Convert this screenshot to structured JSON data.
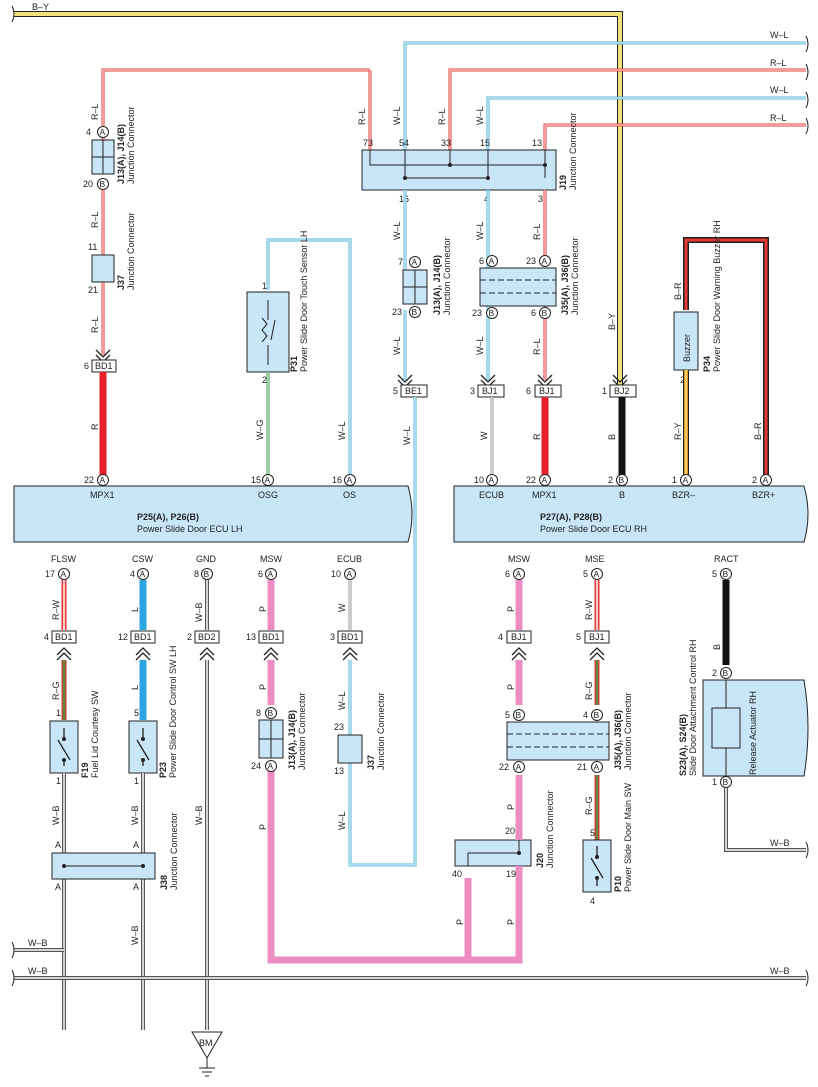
{
  "wire_colors": {
    "B-Y": "#f2e27a",
    "R-L": "#e53935",
    "W-L": "#4fb3d9",
    "R": "#e8202a",
    "W": "#9a9a9a",
    "B": "#111111",
    "W-G": "#3aa14a",
    "W-B": "#555555",
    "P": "#ec8cc0",
    "L": "#2aa5e0",
    "R-W": "#e53935",
    "R-G": "#c2452f",
    "B-R": "#8b1a1a",
    "R-Y": "#e8902a",
    "box_fill": "#c8e6f8"
  },
  "top_wires": [
    {
      "label": "B–Y"
    },
    {
      "label": "W–L"
    },
    {
      "label": "R–L"
    },
    {
      "label": "W–L"
    },
    {
      "label": "R–L"
    }
  ],
  "bottom_wires": [
    {
      "label": "W–B"
    },
    {
      "label": "W–B"
    },
    {
      "label": "W–B"
    }
  ],
  "ecu_lh": {
    "title": "P25(A), P26(B)",
    "subtitle": "Power Slide Door ECU LH",
    "top_pins": [
      {
        "num": "22",
        "conn": "A",
        "name": "MPX1"
      },
      {
        "num": "15",
        "conn": "A",
        "name": "OSG"
      },
      {
        "num": "16",
        "conn": "A",
        "name": "OS"
      }
    ],
    "bottom_pins": [
      {
        "num": "17",
        "conn": "A",
        "name": "FLSW"
      },
      {
        "num": "4",
        "conn": "A",
        "name": "CSW"
      },
      {
        "num": "8",
        "conn": "B",
        "name": "GND"
      },
      {
        "num": "6",
        "conn": "A",
        "name": "MSW"
      },
      {
        "num": "10",
        "conn": "A",
        "name": "ECUB"
      }
    ]
  },
  "ecu_rh": {
    "title": "P27(A), P28(B)",
    "subtitle": "Power Slide Door ECU RH",
    "top_pins": [
      {
        "num": "10",
        "conn": "A",
        "name": "ECUB"
      },
      {
        "num": "22",
        "conn": "A",
        "name": "MPX1"
      },
      {
        "num": "2",
        "conn": "B",
        "name": "B"
      },
      {
        "num": "1",
        "conn": "A",
        "name": "BZR–"
      },
      {
        "num": "2",
        "conn": "A",
        "name": "BZR+"
      }
    ],
    "bottom_pins": [
      {
        "num": "6",
        "conn": "A",
        "name": "MSW"
      },
      {
        "num": "5",
        "conn": "A",
        "name": "MSE"
      },
      {
        "num": "5",
        "conn": "B",
        "name": "RACT"
      }
    ]
  },
  "connectors": {
    "j13_top_left": {
      "code": "J13(A), J14(B)",
      "name": "Junction Connector",
      "pin_top": "4",
      "conn_top": "A",
      "pin_bottom": "20",
      "conn_bottom": "B"
    },
    "j37_top": {
      "code": "J37",
      "name": "Junction Connector",
      "pin_top": "11",
      "pin_bottom": "21"
    },
    "j19": {
      "code": "J19",
      "name": "Junction Connector",
      "pins_top": [
        "73",
        "54",
        "33",
        "15",
        "13"
      ],
      "pins_bottom": [
        "16",
        "4",
        "3"
      ]
    },
    "j13_mid": {
      "code": "J13(A), J14(B)",
      "name": "Junction Connector",
      "pin_top": "7",
      "conn_top": "A",
      "pin_bottom": "23",
      "conn_bottom": "B"
    },
    "j35_top": {
      "code": "J35(A), J36(B)",
      "name": "Junction Connector",
      "pins_top": [
        "6",
        "23"
      ],
      "conns_top": [
        "A",
        "A"
      ],
      "pins_bottom": [
        "23",
        "6"
      ],
      "conns_bottom": [
        "B",
        "B"
      ]
    },
    "p31": {
      "code": "P31",
      "name": "Power Slide Door Touch Sensor LH",
      "pin_top": "1",
      "pin_bottom": "2"
    },
    "p34": {
      "code": "P34",
      "name": "Power Slide Door Warning Buzzer RH",
      "inner": "Buzzer",
      "pin_bottom": "2"
    },
    "j13_low": {
      "code": "J13(A), J14(B)",
      "name": "Junction Connector",
      "pin_top": "8",
      "conn_top": "B",
      "pin_bottom": "24",
      "conn_bottom": "A"
    },
    "j37_low": {
      "code": "J37",
      "name": "Junction Connector",
      "pin_top": "23",
      "pin_bottom": "13"
    },
    "j35_low": {
      "code": "J35(A), J36(B)",
      "name": "Junction Connector",
      "pins_top": [
        "5",
        "4"
      ],
      "conns_top": [
        "B",
        "B"
      ],
      "pins_bottom": [
        "22",
        "21"
      ],
      "conns_bottom": [
        "A",
        "A"
      ]
    },
    "f19": {
      "code": "F19",
      "name": "Fuel Lid Courtesy SW",
      "pin_top": "1",
      "pin_bottom": "1"
    },
    "p23": {
      "code": "P23",
      "name": "Power Slide Door Control SW LH",
      "pin_top": "5",
      "pin_bottom": "1"
    },
    "j38": {
      "code": "J38",
      "name": "Junction Connector",
      "pin": "A"
    },
    "j20": {
      "code": "J20",
      "name": "Junction Connector",
      "pin_top": "20",
      "pin_left": "40",
      "pin_bottom": "19"
    },
    "p10": {
      "code": "P10",
      "name": "Power Slide Door Main SW",
      "pin_top": "5",
      "pin_bottom": "4"
    },
    "s23": {
      "code": "S23(A), S24(B)",
      "name": "Slide Door Attachment Control RH",
      "inner": "Release Actuator RH",
      "pin_top": "2",
      "conn_top": "B",
      "pin_bottom": "1",
      "conn_bottom": "B"
    }
  },
  "splices": {
    "bd1_a": {
      "label": "BD1",
      "pin": "6"
    },
    "be1": {
      "label": "BE1",
      "pin": "5"
    },
    "bj1_a": {
      "label": "BJ1",
      "pin": "3"
    },
    "bj1_b": {
      "label": "BJ1",
      "pin": "6"
    },
    "bj2": {
      "label": "BJ2",
      "pin": "1"
    },
    "bd1_b": {
      "label": "BD1",
      "pin": "4"
    },
    "bd1_c": {
      "label": "BD1",
      "pin": "12"
    },
    "bd2": {
      "label": "BD2",
      "pin": "2"
    },
    "bd1_d": {
      "label": "BD1",
      "pin": "13"
    },
    "bd1_e": {
      "label": "BD1",
      "pin": "3"
    },
    "bj1_c": {
      "label": "BJ1",
      "pin": "4"
    },
    "bj1_d": {
      "label": "BJ1",
      "pin": "5"
    }
  },
  "wire_labels": {
    "rl1": "R–L",
    "rl2": "R–L",
    "rl3": "R–L",
    "wl_j19_16": "W–L",
    "wl_j19_54": "W–L",
    "rl_j19_33": "R–L",
    "wl_j19_15": "W–L",
    "rl_j19_13": "R–L",
    "wl_mid1": "W–L",
    "wl_mid2": "W–L",
    "wl_mid3": "W–L",
    "wl_right1": "W–L",
    "wl_right2": "W–L",
    "rl_right1": "R–L",
    "rl_right2": "R–L",
    "r1": "R",
    "wg": "W–G",
    "wl_os": "W–L",
    "w_ecub": "W",
    "r_mpx": "R",
    "b_b": "B",
    "by": "B–Y",
    "ry": "R–Y",
    "br_top": "B–R",
    "br_low": "B–R",
    "rw1": "R–W",
    "l1": "L",
    "wb1": "W–B",
    "p1": "P",
    "w2": "W",
    "rg1": "R–G",
    "l2": "L",
    "p2": "P",
    "wl_j37": "W–L",
    "wb2": "W–B",
    "wb3": "W–B",
    "wb4": "W–B",
    "p3": "P",
    "wl_j37b": "W–L",
    "wb5": "W–B",
    "wb6": "W–B",
    "p_rh1": "P",
    "rw_rh": "R–W",
    "b_ract": "B",
    "p_rh2": "P",
    "rg_rh": "R–G",
    "p_rh3": "P",
    "rg_rh2": "R–G",
    "p_j20": "P",
    "p_j20b": "P",
    "wb_s23": "W–B"
  },
  "ground": {
    "label": "BM"
  }
}
